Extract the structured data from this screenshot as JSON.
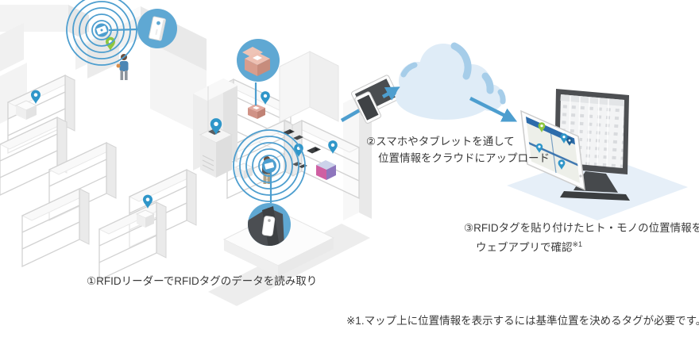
{
  "diagram": {
    "step1": {
      "text": "①RFIDリーダーでRFIDタグのデータを読み取り"
    },
    "step2": {
      "line1": "②スマホやタブレットを通して",
      "line2": "位置情報をクラウドにアップロード"
    },
    "step3": {
      "line1": "③RFIDタグを貼り付けたヒト・モノの位置情報を",
      "line2": "ウェブアプリで確認",
      "note_ref": "※1"
    },
    "footnote": "※1.マップ上に位置情報を表示するには基準位置を決めるタグが必要です。"
  },
  "colors": {
    "accent-blue": "#4d9ecf",
    "pin-blue": "#2f96c9",
    "pin-green": "#8dc63f",
    "callout-blue": "#5fa8d3",
    "cloud-light": "#dfecf7",
    "cloud-accent": "#a6cde9",
    "monitor-frame": "#4d4f52",
    "header-blue": "#2d6cab",
    "floor-shadow": "#e6eff8",
    "wall-gray": "#ececec",
    "text": "#3a3a3a"
  },
  "icons": {
    "location-pin-blue-icon": "teardrop map pin (blue)",
    "location-pin-green-icon": "teardrop map pin (green)",
    "radio-waves-icon": "concentric circles",
    "rfid-card-callout-icon": "white RFID badge in blue circle",
    "package-tag-callout-icon": "package with white RFID label in blue circle",
    "pocket-tag-callout-icon": "RFID tag in trouser pocket in blue circle",
    "mobile-devices-icon": "tablet and smartphone",
    "upload-arrow-icon": "arrow up-right",
    "download-arrow-icon": "arrow down-right",
    "cloud-icon": "cloud shape",
    "monitor-icon": "desktop monitor with spreadsheet",
    "webapp-tablet-icon": "tablet with 4-quadrant map"
  }
}
